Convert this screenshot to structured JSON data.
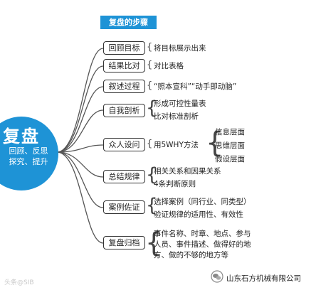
{
  "banner": "复盘的步骤",
  "hub": {
    "title": "复盘",
    "line1": "回顾、反思",
    "line2": "探究、提升"
  },
  "steps": [
    {
      "label": "回顾目标",
      "details": [
        "将目标展示出来"
      ]
    },
    {
      "label": "结果比对",
      "details": [
        "对比表格"
      ]
    },
    {
      "label": "叙述过程",
      "details": [
        "“照本宣科”“动手即动脑”"
      ]
    },
    {
      "label": "自我剖析",
      "details": [
        "形成可控性量表",
        "比对标准剖析"
      ]
    },
    {
      "label": "众人设问",
      "details": [
        "用5WHY方法"
      ],
      "sub": [
        "信息层面",
        "思维层面",
        "假设层面"
      ]
    },
    {
      "label": "总结规律",
      "details": [
        "相关关系和因果关系",
        "4条判断原则"
      ]
    },
    {
      "label": "案例佐证",
      "details": [
        "选择案例（同行业、同类型）",
        "验证规律的适用性、有效性"
      ]
    },
    {
      "label": "复盘归档",
      "details": [
        "事件名称、时章、地点、参与",
        "人员、事件描述、做得好的地",
        "方、做的不够的地方等"
      ]
    }
  ],
  "footer": {
    "watermark": "头条@SIB",
    "company": "山东石方机械有限公司"
  },
  "colors": {
    "accent": "#1e93d6",
    "connector": "#555555",
    "box_border": "#333333"
  }
}
